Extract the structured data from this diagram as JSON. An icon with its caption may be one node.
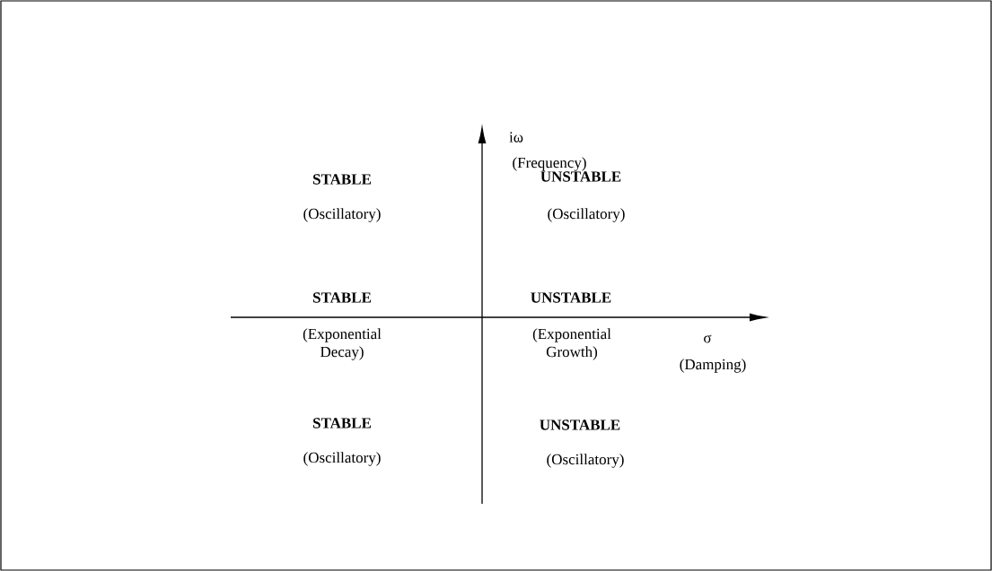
{
  "diagram": {
    "labels": [
      "iω",
      "(Frequency)",
      "STABLE",
      "UNSTABLE",
      "(Oscillatory)",
      "(Oscillatory)",
      "STABLE",
      "UNSTABLE",
      "(Exponential Decay)",
      "(Exponential Growth)",
      "σ",
      "(Damping)",
      "STABLE",
      "UNSTABLE",
      "(Oscillatory)",
      "(Oscillatory)"
    ]
  }
}
